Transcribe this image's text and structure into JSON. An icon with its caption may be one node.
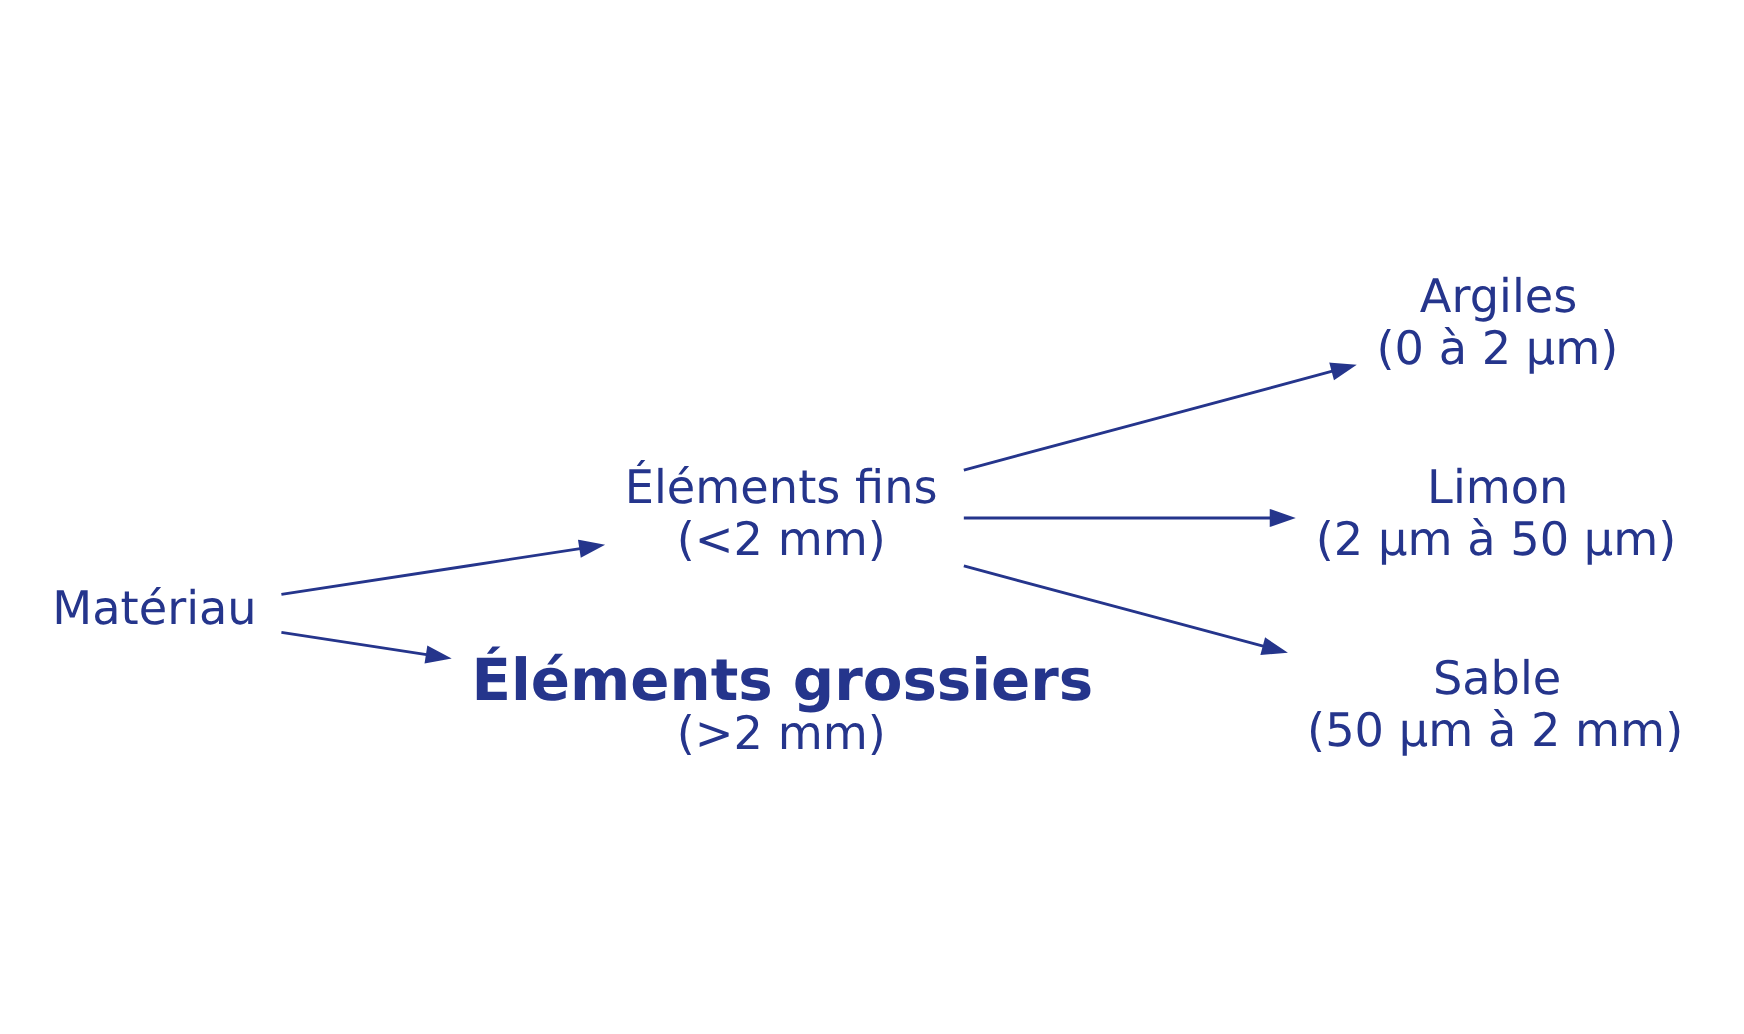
{
  "diagram": {
    "nodes": [
      {
        "text": [
          "Matériau"
        ]
      },
      {
        "text": [
          "Éléments fins",
          "(<2 mm)"
        ]
      },
      {
        "text": [
          "Argiles",
          "(0 à 2 µm)"
        ]
      },
      {
        "text": [
          "Limon",
          "(2 µm à 50 µm)"
        ]
      },
      {
        "text": [
          "Sable",
          "(50 µm à 2 mm)"
        ]
      },
      {
        "text": [
          "Éléments grossiers",
          "(>2 mm)"
        ]
      }
    ],
    "edges": [
      {
        "from": 0,
        "to": 1,
        "arrow": "to"
      },
      {
        "from": 0,
        "to": 5,
        "arrow": "to"
      },
      {
        "from": 1,
        "to": 2,
        "arrow": "to"
      },
      {
        "from": 1,
        "to": 3,
        "arrow": "to"
      },
      {
        "from": 1,
        "to": 4,
        "arrow": "to"
      }
    ]
  }
}
